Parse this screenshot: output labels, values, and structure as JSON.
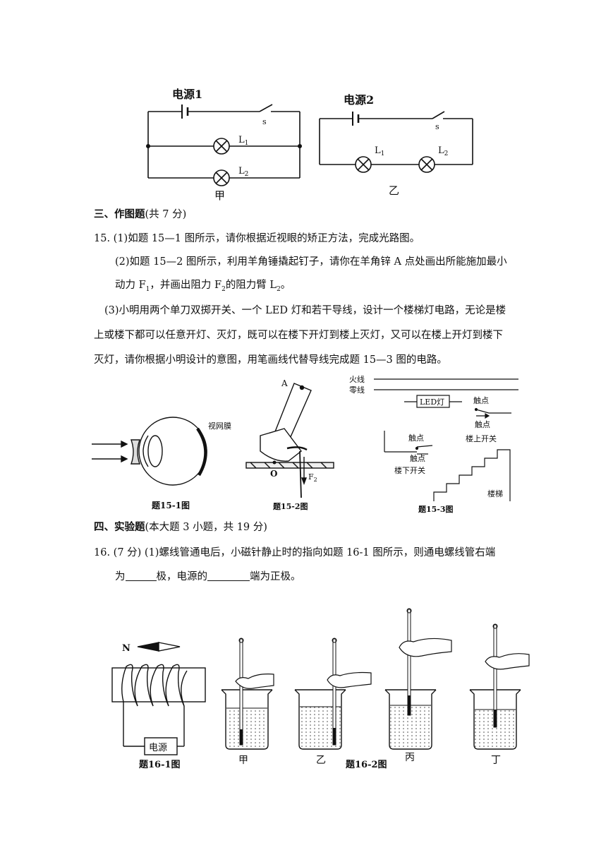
{
  "fig14": {
    "jia": {
      "source_label": "电源1",
      "switch_label": "s",
      "lamp1": "L",
      "lamp1_sub": "1",
      "lamp2": "L",
      "lamp2_sub": "2",
      "caption": "甲"
    },
    "yi": {
      "source_label": "电源2",
      "switch_label": "s",
      "lamp1": "L",
      "lamp1_sub": "1",
      "lamp2": "L",
      "lamp2_sub": "2",
      "caption": "乙"
    }
  },
  "section3": {
    "heading": "三、作图题",
    "points": "(共 7 分)"
  },
  "q15": {
    "p1": "15.  (1)如题 15—1 图所示，请你根据近视眼的矫正方法，完成光路图。",
    "p2_line1": "(2)如题 15—2 图所示，利用羊角锤撬起钉子，请你在羊角锌 A 点处画出所能施加最小",
    "p2_line2": {
      "a": "动力 F",
      "a_sub": "1",
      "b": "，并画出阻力 F",
      "b_sub": "2",
      "c": "的阻力臂 L",
      "c_sub": "2",
      "d": "。"
    },
    "p3_line1": "(3)小明用两个单刀双掷开关、一个 LED 灯和若干导线，设计一个楼梯灯电路，无论是楼",
    "p3_line2": "上或楼下都可以任意开灯、灭灯，既可以在楼下开灯到楼上灭灯，又可以在楼上开灯到楼下",
    "p3_line3": "灭灯，请你根据小明设计的意图，用笔画线代替导线完成题 15—3 图的电路。"
  },
  "fig15": {
    "eye": {
      "retina_label": "视网膜",
      "caption": "题15-1图"
    },
    "hammer": {
      "point_a": "A",
      "point_o": "O",
      "force_label": "F",
      "force_sub": "2",
      "caption": "题15-2图"
    },
    "stair": {
      "live_wire": "火线",
      "neutral_wire": "零线",
      "led_label": "LED灯",
      "contact_top1": "触点",
      "contact_top2": "触点",
      "upstairs_switch": "楼上开关",
      "contact_bottom1": "触点",
      "contact_bottom2": "触点",
      "downstairs_switch": "楼下开关",
      "stairs_label": "楼梯",
      "caption": "题15-3图"
    }
  },
  "section4": {
    "heading": "四、实验题",
    "points": "(本大题 3 小题，共 19 分)"
  },
  "q16": {
    "line1": "16.  (7 分)  (1)螺线管通电后，小磁针静止时的指向如题 16-1 图所示，则通电螺线管右端",
    "line2": {
      "a": "为",
      "b": "极，电源的",
      "c": "端为正极。"
    }
  },
  "fig16": {
    "solenoid": {
      "needle_label": "N",
      "source_label": "电源",
      "caption": "题16-1图"
    },
    "beakers": {
      "labels": [
        "甲",
        "乙",
        "丙",
        "丁"
      ],
      "caption": "题16-2图"
    }
  }
}
